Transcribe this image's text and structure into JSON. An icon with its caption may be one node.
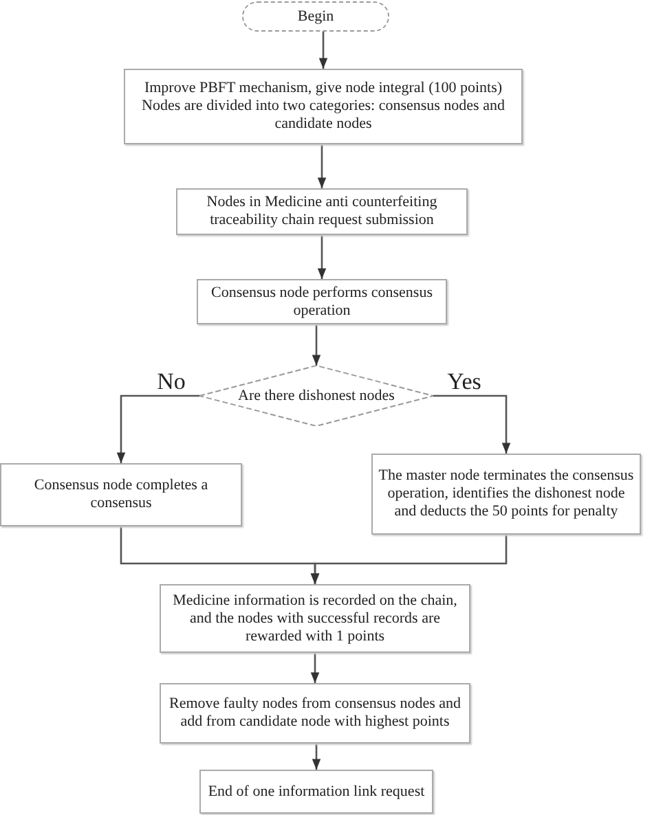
{
  "diagram": {
    "nodes": [
      {
        "text": [
          "Begin"
        ]
      },
      {
        "text": [
          "Improve PBFT mechanism, give node integral (100 points)",
          "Nodes are divided into two categories: consensus nodes and candidate nodes"
        ]
      },
      {
        "text": [
          "Nodes in Medicine anti counterfeiting traceability chain request submission"
        ]
      },
      {
        "text": [
          "Consensus node performs consensus operation"
        ]
      },
      {
        "text": [
          "Are there dishonest nodes"
        ]
      },
      {
        "text": [
          "Consensus node completes a consensus"
        ]
      },
      {
        "text": [
          "The master node terminates the consensus operation, identifies the dishonest node and deducts the 50 points for penalty"
        ]
      },
      {
        "text": [
          "Medicine information is recorded on the chain, and the nodes with successful records are rewarded with 1 points"
        ]
      },
      {
        "text": [
          "Remove faulty nodes from consensus nodes and add from candidate node with highest points"
        ]
      },
      {
        "text": [
          "End of one information link request"
        ]
      }
    ],
    "edges": [
      {
        "from": 0,
        "to": 1,
        "arrow": "to"
      },
      {
        "from": 1,
        "to": 2,
        "arrow": "to"
      },
      {
        "from": 2,
        "to": 3,
        "arrow": "to"
      },
      {
        "from": 3,
        "to": 4,
        "arrow": "to"
      },
      {
        "from": 4,
        "to": 5,
        "arrow": "to",
        "label": "No"
      },
      {
        "from": 4,
        "to": 6,
        "arrow": "to",
        "label": "Yes"
      },
      {
        "from": 5,
        "to": 7,
        "arrow": "to"
      },
      {
        "from": 6,
        "to": 7,
        "arrow": "to"
      },
      {
        "from": 7,
        "to": 8,
        "arrow": "to"
      },
      {
        "from": 8,
        "to": 9,
        "arrow": "to"
      }
    ]
  }
}
